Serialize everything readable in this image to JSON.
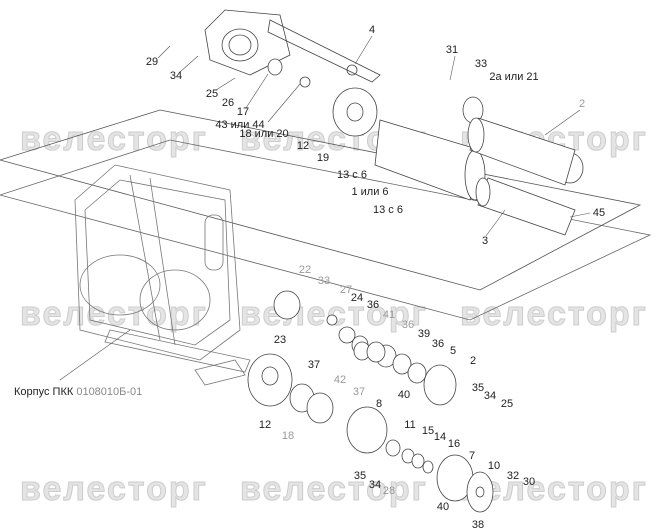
{
  "watermark": "велесторг",
  "housing_label": {
    "name": "Корпус ПКК",
    "code": "0108010Б-01"
  },
  "labels": [
    "29",
    "34",
    "25",
    "26",
    "17",
    "43 или 44",
    "18 или 20",
    "12",
    "19",
    "4",
    "31",
    "33",
    "2а или 21",
    "2",
    "13 с 6",
    "1 или 6",
    "13 с 6",
    "45",
    "3",
    "22",
    "33",
    "27",
    "24",
    "36",
    "41",
    "36",
    "39",
    "36",
    "5",
    "2",
    "23",
    "37",
    "42",
    "37",
    "8",
    "40",
    "35",
    "34",
    "25",
    "12",
    "18",
    "11",
    "15",
    "14",
    "16",
    "7",
    "10",
    "32",
    "30",
    "35",
    "34",
    "28",
    "40",
    "38"
  ],
  "colors": {
    "line": "#444444",
    "muted": "#999999"
  }
}
